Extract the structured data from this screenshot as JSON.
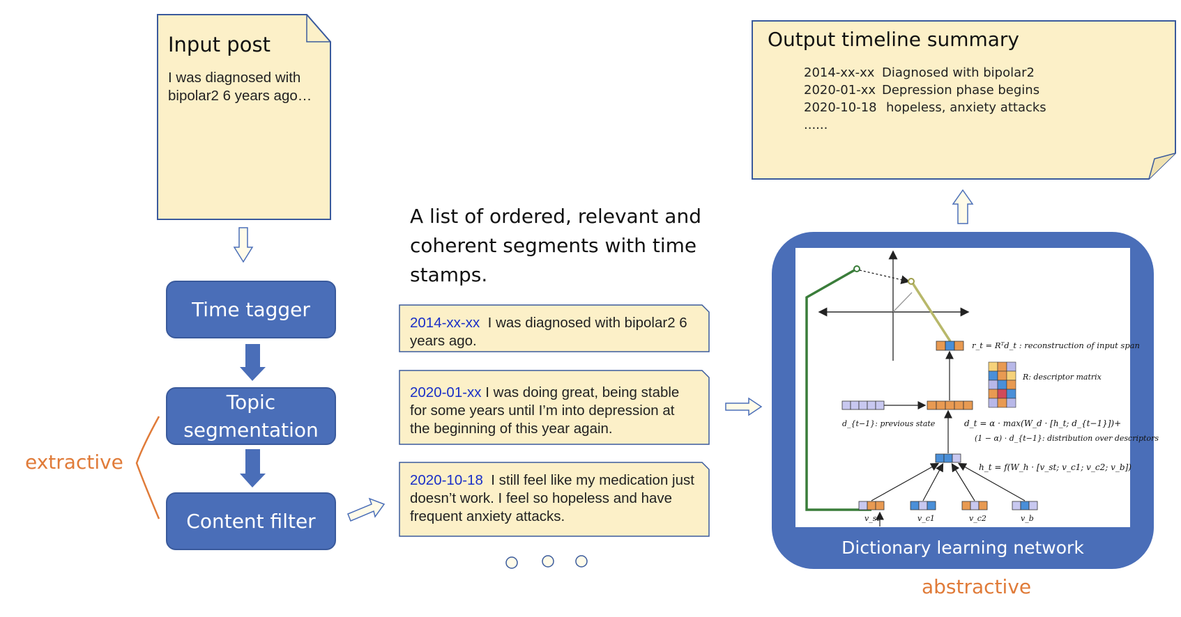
{
  "input_post": {
    "title": "Input post",
    "text": "I was diagnosed with bipolar2 6 years ago…"
  },
  "pipeline": {
    "stages": [
      "Time tagger",
      "Topic segmentation",
      "Content filter"
    ],
    "extractive_label": "extractive"
  },
  "segments_caption": "A list of ordered, relevant and coherent segments with time stamps.",
  "segments": [
    {
      "timestamp": "2014-xx-xx",
      "text": "I was diagnosed with bipolar2 6 years ago."
    },
    {
      "timestamp": "2020-01-xx",
      "text": "I was doing great, being stable for some years until I’m into depression at the beginning of this year again."
    },
    {
      "timestamp": "2020-10-18",
      "text": "I still feel like my medication just doesn’t work. I feel so hopeless and have frequent anxiety attacks."
    }
  ],
  "output": {
    "title": "Output timeline summary",
    "entries": [
      {
        "date": "2014-xx-xx",
        "event": "Diagnosed with bipolar2"
      },
      {
        "date": "2020-01-xx",
        "event": "Depression phase begins"
      },
      {
        "date": "2020-10-18",
        "event": "hopeless, anxiety attacks"
      }
    ],
    "ellipsis": "......"
  },
  "network": {
    "label": "Dictionary learning network",
    "abstractive_label": "abstractive",
    "equations": {
      "reconstruction": "r_t = Rᵀd_t : reconstruction of input span",
      "descriptor": "R: descriptor matrix",
      "previous_state": "d_{t−1}: previous state",
      "d_update": "d_t = α · max(W_d · [h_t; d_{t−1}])+",
      "d_update_2": "(1 − α) · d_{t−1}: distribution over descriptors",
      "h_update": "h_t = f(W_h · [v_st; v_c1; v_c2; v_b])"
    },
    "input_vectors": [
      "v_st",
      "v_c1",
      "v_c2",
      "v_b"
    ]
  },
  "colors": {
    "note_fill": "#fcf0c8",
    "stage_blue": "#4a6eb8",
    "network_blue": "#4a6eb8",
    "orange_label": "#e07b39",
    "timestamp_blue": "#1a2fc7",
    "green_line": "#3a7d3a"
  }
}
